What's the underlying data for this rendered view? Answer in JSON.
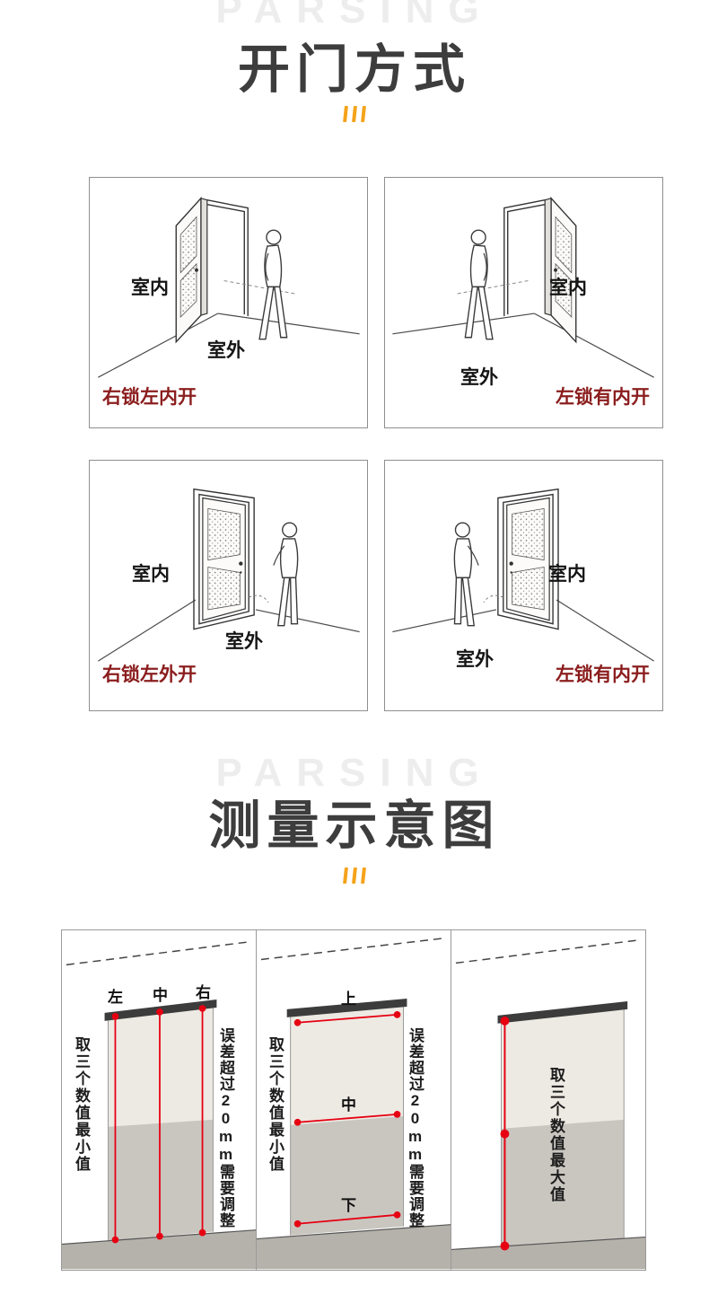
{
  "watermark": "PARSING",
  "colors": {
    "title_text": "#3d3d3d",
    "accent_orange": "#f5a31a",
    "caption_red": "#8b1d1d",
    "measure_line_red": "#e60012"
  },
  "section_door": {
    "title": "开门方式",
    "panels": [
      {
        "indoor_label": "室内",
        "outdoor_label": "室外",
        "caption": "右锁左内开"
      },
      {
        "indoor_label": "室内",
        "outdoor_label": "室外",
        "caption": "左锁有内开"
      },
      {
        "indoor_label": "室内",
        "outdoor_label": "室外",
        "caption": "右锁左外开"
      },
      {
        "indoor_label": "室内",
        "outdoor_label": "室外",
        "caption": "左锁有内开"
      }
    ]
  },
  "section_measure": {
    "title": "测量示意图",
    "panels": [
      {
        "point_labels": [
          "左",
          "中",
          "右"
        ],
        "left_note": "取三个数值最小值",
        "right_note": "误差超过20mm需要调整"
      },
      {
        "point_labels": [
          "上",
          "中",
          "下"
        ],
        "left_note": "取三个数值最小值",
        "right_note": "误差超过20mm需要调整"
      },
      {
        "center_note": "取三个数值最大值"
      }
    ]
  }
}
